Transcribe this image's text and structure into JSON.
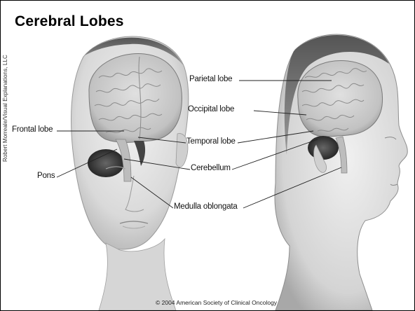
{
  "slide": {
    "title": "Cerebral Lobes",
    "credit": "Robert Morreale/Visual Explanations, LLC",
    "copyright": "© 2004 American Society of Clinical Oncology"
  },
  "labels": {
    "parietal": "Parietal lobe",
    "occipital": "Occipital lobe",
    "frontal": "Frontal lobe",
    "temporal": "Temporal lobe",
    "pons": "Pons",
    "cerebellum": "Cerebellum",
    "medulla": "Medulla oblongata"
  }
}
